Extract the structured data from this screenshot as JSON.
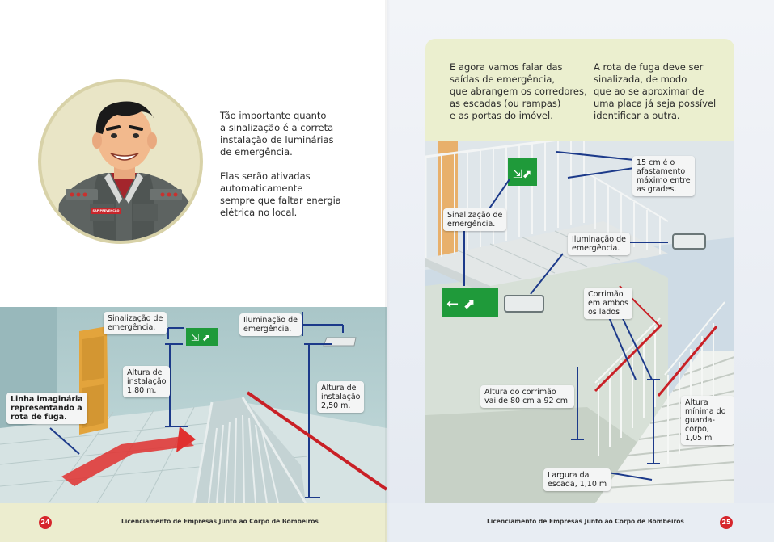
{
  "left_page": {
    "intro": {
      "paragraph1": "Tão importante quanto\na sinalização é a correta\ninstalação de luminárias\nde emergência.",
      "paragraph2": "Elas serão ativadas\nautomaticamente\nsempre que faltar energia\nelétrica no local."
    },
    "badge_text": "SAP PREVENÇÃO",
    "callouts": {
      "signage": "Sinalização de\nemergência.",
      "lighting": "Iluminação de\nemergência.",
      "height_sign": "Altura de\ninstalação\n1,80 m.",
      "height_light": "Altura de\ninstalação\n2,50 m.",
      "escape_route": "Linha imaginária\nrepresentando a\nrota de fuga."
    },
    "footer": {
      "page_number": "24",
      "title": "Licenciamento de Empresas Junto ao Corpo de Bombeiros"
    }
  },
  "right_page": {
    "info": {
      "col1": "E agora vamos falar das\nsaídas de emergência,\nque abrangem os corredores,\nas escadas (ou rampas)\ne as portas do imóvel.",
      "col2": "A rota de fuga deve ser\nsinalizada, de modo\nque ao se aproximar de\numa placa já seja possível\nidentificar a outra."
    },
    "callouts": {
      "spacing": "15 cm é o\nafastamento\nmáximo entre\nas grades.",
      "signage": "Sinalização de\nemergência.",
      "lighting": "Iluminação de\nemergência.",
      "handrail": "Corrimão\nem ambos\nos lados",
      "handrail_height": "Altura do corrimão\nvai de 80 cm a 92 cm.",
      "guardrail": "Altura\nmínima do\nguarda-corpo,\n1,05 m",
      "stair_width": "Largura da\nescada, 1,10 m"
    },
    "footer": {
      "page_number": "25",
      "title": "Licenciamento de Empresas Junto ao Corpo de Bombeiros"
    }
  },
  "colors": {
    "accent_red": "#d6262c",
    "sign_green": "#1f9a3a",
    "panel_cream": "#ebefcf",
    "callout_line": "#1c3a8a"
  }
}
